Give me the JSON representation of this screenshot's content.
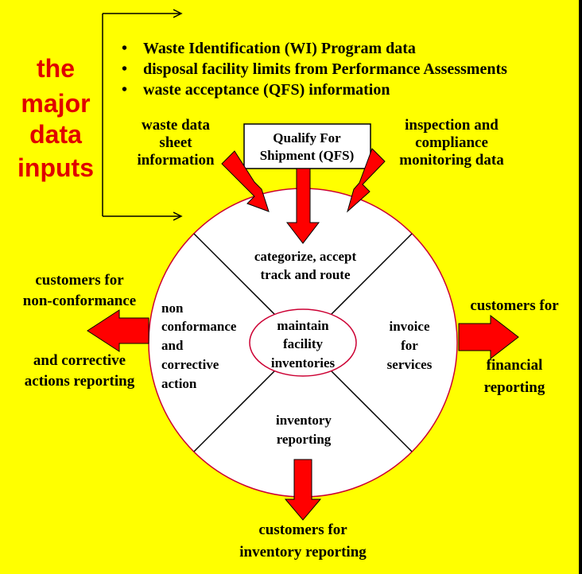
{
  "title_lines": [
    "the",
    "major",
    "data",
    "inputs"
  ],
  "bullets": [
    "Waste Identification (WI) Program data",
    "disposal facility limits from Performance Assessments",
    "waste acceptance (QFS) information"
  ],
  "inputs": {
    "waste_data": [
      "waste data",
      "sheet",
      "information"
    ],
    "qfs_box": [
      "Qualify For",
      "Shipment (QFS)"
    ],
    "inspection": [
      "inspection and",
      "compliance",
      "monitoring data"
    ]
  },
  "circle": {
    "top": [
      "categorize, accept",
      "track and route"
    ],
    "left": [
      "non",
      "conformance",
      "and",
      "corrective",
      "action"
    ],
    "right": [
      "invoice",
      "for",
      "services"
    ],
    "bottom": [
      "inventory",
      "reporting"
    ],
    "center": [
      "maintain",
      "facility",
      "inventories"
    ]
  },
  "outputs": {
    "left_top": [
      "customers for",
      "non-conformance"
    ],
    "left_bottom": [
      "and corrective",
      "actions reporting"
    ],
    "right_top": [
      "customers for"
    ],
    "right_bottom": [
      "financial",
      "reporting"
    ],
    "bottom": [
      "customers for",
      "inventory reporting"
    ]
  },
  "colors": {
    "background": "#ffff00",
    "arrow": "#ff0000",
    "circle_fill": "#ffffff",
    "title": "#e00000"
  }
}
